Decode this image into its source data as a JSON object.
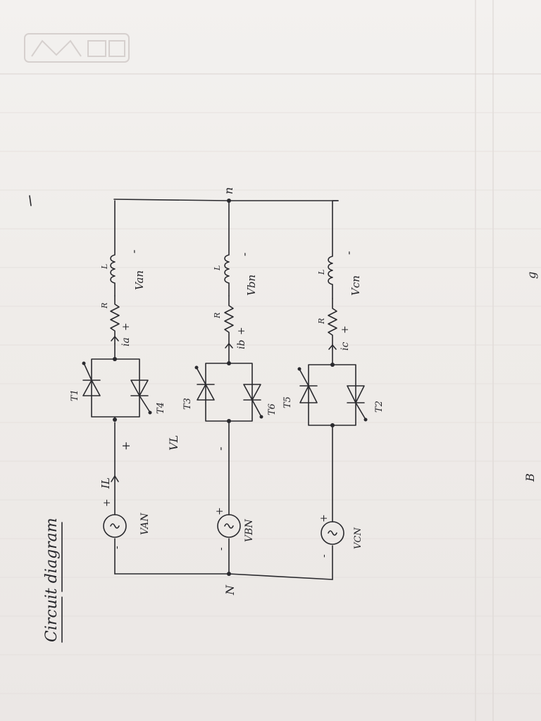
{
  "title": "Circuit diagram",
  "phases": [
    {
      "source_label": "VAN",
      "plus": "+",
      "minus": "-",
      "thyristor_top": "T1",
      "thyristor_bottom": "T4",
      "current": "ia",
      "resistor": "R",
      "inductor": "L",
      "voltage_load": "Van",
      "load_plus": "+",
      "load_minus": "-"
    },
    {
      "source_label": "VBN",
      "plus": "+",
      "minus": "-",
      "thyristor_top": "T3",
      "thyristor_bottom": "T6",
      "current": "ib",
      "resistor": "R",
      "inductor": "L",
      "voltage_load": "Vbn",
      "load_plus": "+",
      "load_minus": "-"
    },
    {
      "source_label": "VCN",
      "plus": "+",
      "minus": "-",
      "thyristor_top": "T5",
      "thyristor_bottom": "T2",
      "current": "ic",
      "resistor": "R",
      "inductor": "L",
      "voltage_load": "Vcn",
      "load_plus": "+",
      "load_minus": "-"
    }
  ],
  "line_current": "IL",
  "line_voltage": "VL",
  "line_voltage_plus": "+",
  "line_voltage_minus": "-",
  "neutral_source": "N",
  "neutral_load": "n",
  "margin_marks": [
    "g",
    "B"
  ]
}
